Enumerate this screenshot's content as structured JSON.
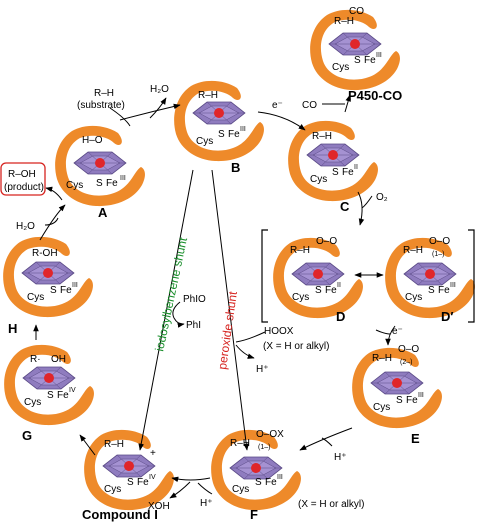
{
  "colors": {
    "protein": "#ee8a2a",
    "heme": "#8f7cbf",
    "heme_edge": "#5a4a86",
    "iron": "#e0262a",
    "green": "#1a8f2c",
    "red": "#d6231f"
  },
  "states": [
    {
      "id": "A",
      "label": "A",
      "top": "H–O",
      "iron": "Fe",
      "ox": "III",
      "cys": "Cys"
    },
    {
      "id": "B",
      "label": "B",
      "top": "R–H",
      "iron": "Fe",
      "ox": "III",
      "cys": "Cys"
    },
    {
      "id": "C",
      "label": "C",
      "top": "R–H",
      "iron": "Fe",
      "ox": "II",
      "cys": "Cys"
    },
    {
      "id": "D",
      "label": "D",
      "top": "R–H",
      "ligand": "O–O",
      "iron": "Fe",
      "ox": "II",
      "cys": "Cys"
    },
    {
      "id": "Dp",
      "label": "D′",
      "top": "R–H",
      "ligand": "O–O",
      "charge": "(1–)",
      "iron": "Fe",
      "ox": "III",
      "cys": "Cys"
    },
    {
      "id": "E",
      "label": "E",
      "top": "R–H",
      "ligand": "O–O",
      "charge": "(2–)",
      "iron": "Fe",
      "ox": "III",
      "cys": "Cys"
    },
    {
      "id": "F",
      "label": "F",
      "top": "R–H",
      "ligand": "O–OX",
      "charge": "(1–)",
      "iron": "Fe",
      "ox": "III",
      "cys": "Cys"
    },
    {
      "id": "CpdI",
      "label": "Compound I",
      "top": "R–H",
      "iron": "Fe",
      "ox": "IV",
      "cys": "Cys",
      "radical": "+"
    },
    {
      "id": "G",
      "label": "G",
      "top": "R·",
      "ligand": "OH",
      "iron": "Fe",
      "ox": "IV",
      "cys": "Cys"
    },
    {
      "id": "H",
      "label": "H",
      "top": "R-OH",
      "iron": "Fe",
      "ox": "III",
      "cys": "Cys"
    },
    {
      "id": "P450CO",
      "label": "P450-CO",
      "top": "R–H",
      "ligand": "CO",
      "iron": "Fe",
      "ox": "III",
      "cys": "Cys"
    }
  ],
  "reagents": {
    "substrate_1": "R–H",
    "substrate_2": "(substrate)",
    "water_out": "H₂O",
    "electron_1": "e⁻",
    "co": "CO",
    "o2": "O₂",
    "electron_2": "e⁻",
    "proton_e_f": "H⁺",
    "proton_f_cpd": "H⁺",
    "xoh": "XOH",
    "x_note_1": "(X = H or alkyl)",
    "hoox": "HOOX",
    "x_note_2": "(X = H or alkyl)",
    "proton_shunt": "H⁺",
    "phio": "PhIO",
    "phi": "PhI",
    "water_in": "H₂O",
    "product_1": "R–OH",
    "product_2": "(product)",
    "shunt_iodo": "iodosylbenzene shunt",
    "shunt_peroxide": "peroxide shunt"
  }
}
